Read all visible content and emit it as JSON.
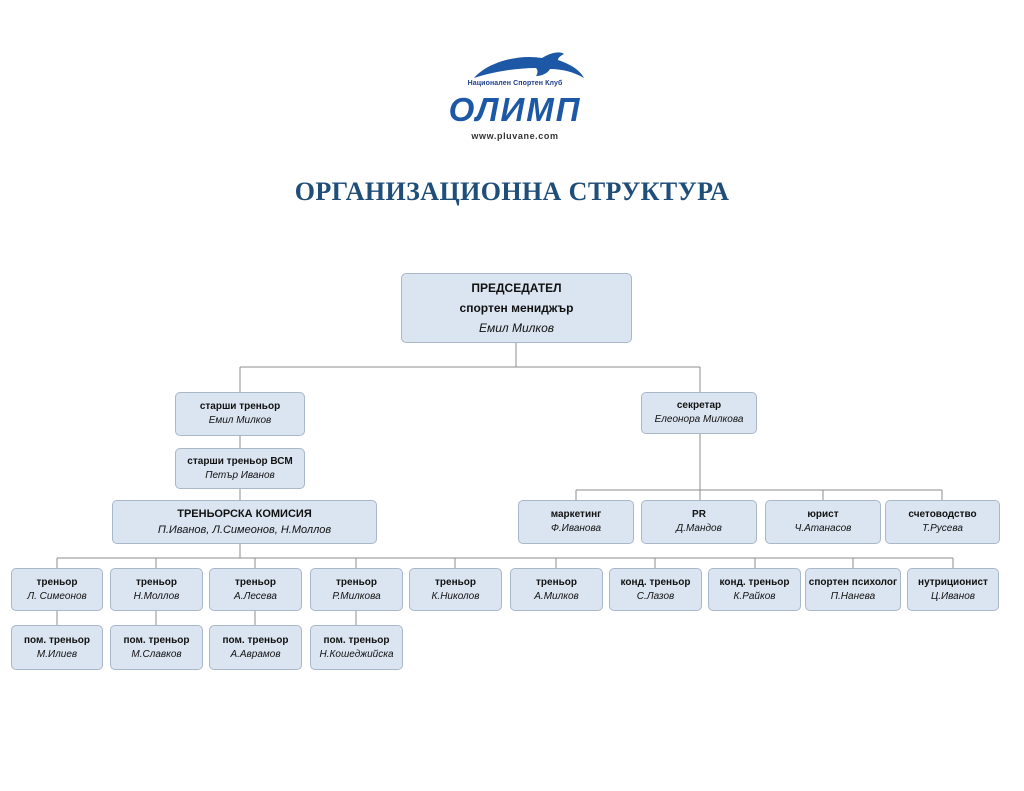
{
  "logo": {
    "club": "Национален Спортен Клуб",
    "name": "ОЛИМП",
    "url": "www.pluvane.com"
  },
  "title": "ОРГАНИЗАЦИОННА СТРУКТУРА",
  "chairman": {
    "role1": "ПРЕДСЕДАТЕЛ",
    "role2": "спортен мениджър",
    "name": "Емил Милков"
  },
  "senior_coach": {
    "role": "старши треньор",
    "name": "Емил Милков"
  },
  "senior_coach_vsm": {
    "role": "старши треньор ВСМ",
    "name": "Петър Иванов"
  },
  "commission": {
    "role": "ТРЕНЬОРСКА КОМИСИЯ",
    "name": "П.Иванов, Л.Симеонов, Н.Моллов"
  },
  "secretary": {
    "role": "секретар",
    "name": "Елеонора Милкова"
  },
  "departments": [
    {
      "role": "маркетинг",
      "name": "Ф.Иванова"
    },
    {
      "role": "PR",
      "name": "Д.Мандов"
    },
    {
      "role": "юрист",
      "name": "Ч.Атанасов"
    },
    {
      "role": "счетоводство",
      "name": "Т.Русева"
    }
  ],
  "staff": [
    {
      "role": "треньор",
      "name": "Л. Симеонов"
    },
    {
      "role": "треньор",
      "name": "Н.Моллов"
    },
    {
      "role": "треньор",
      "name": "А.Лесева"
    },
    {
      "role": "треньор",
      "name": "Р.Милкова"
    },
    {
      "role": "треньор",
      "name": "К.Николов"
    },
    {
      "role": "треньор",
      "name": "А.Милков"
    },
    {
      "role": "конд. треньор",
      "name": "С.Лазов"
    },
    {
      "role": "конд. треньор",
      "name": "К.Райков"
    },
    {
      "role": "спортен психолог",
      "name": "П.Нанева"
    },
    {
      "role": "нутриционист",
      "name": "Ц.Иванов"
    }
  ],
  "assistants": [
    {
      "role": "пом. треньор",
      "name": "М.Илиев"
    },
    {
      "role": "пом. треньор",
      "name": "М.Славков"
    },
    {
      "role": "пом. треньор",
      "name": "А.Аврамов"
    },
    {
      "role": "пом. треньор",
      "name": "Н.Кошеджийска"
    }
  ]
}
